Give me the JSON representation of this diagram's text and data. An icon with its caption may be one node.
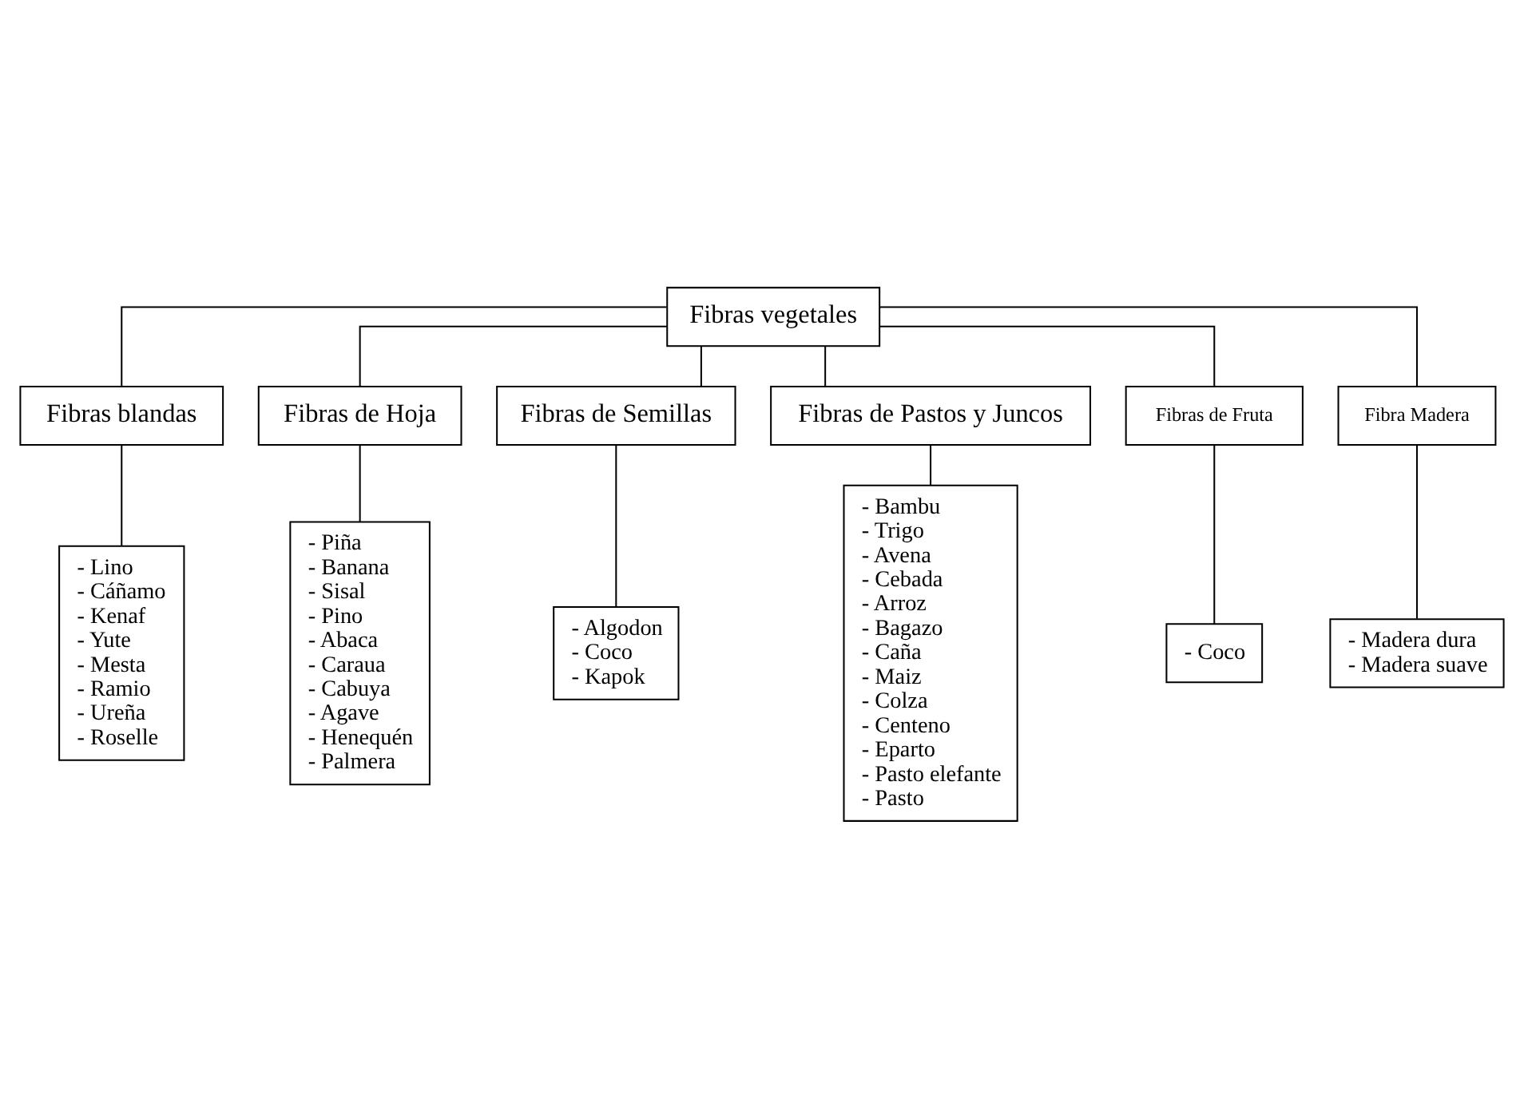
{
  "diagram": {
    "nodes": [
      {
        "text": [
          "Fibras vegetales"
        ]
      },
      {
        "text": [
          "Fibras blandas"
        ]
      },
      {
        "text": [
          "Fibras de Hoja"
        ]
      },
      {
        "text": [
          "Fibras de Semillas"
        ]
      },
      {
        "text": [
          "Fibras de Pastos y Juncos"
        ]
      },
      {
        "text": [
          "- Lino",
          "- Cáñamo",
          "- Kenaf",
          "- Yute",
          "- Mesta",
          "- Ramio",
          "- Ureña",
          "- Roselle"
        ]
      },
      {
        "text": [
          "- Piña",
          "- Banana",
          "- Sisal",
          "- Pino",
          "- Abaca",
          "- Caraua",
          "- Cabuya",
          "- Agave",
          "- Henequén",
          "- Palmera"
        ]
      },
      {
        "text": [
          "- Algodon",
          "- Coco",
          "- Kapok"
        ]
      },
      {
        "text": [
          "Fibras de Fruta"
        ]
      },
      {
        "text": [
          "- Coco"
        ]
      },
      {
        "text": [
          "Fibra Madera"
        ]
      },
      {
        "text": [
          "- Madera dura",
          "- Madera suave"
        ]
      },
      {
        "text": [
          "- Bambu",
          "- Trigo",
          "- Avena",
          "- Cebada",
          "- Arroz",
          "- Bagazo",
          "- Caña",
          "- Maiz",
          "- Colza",
          "- Centeno",
          "- Eparto",
          "- Pasto elefante",
          "- Pasto"
        ]
      }
    ],
    "edges": [
      {
        "from": 0,
        "to": 1,
        "arrow": "none"
      },
      {
        "from": 0,
        "to": 2,
        "arrow": "none"
      },
      {
        "from": 0,
        "to": 3,
        "arrow": "none"
      },
      {
        "from": 0,
        "to": 8,
        "arrow": "none"
      },
      {
        "from": 0,
        "to": 10,
        "arrow": "none"
      },
      {
        "from": 0,
        "to": 4,
        "arrow": "none"
      },
      {
        "from": 1,
        "to": 5,
        "arrow": "none"
      },
      {
        "from": 2,
        "to": 6,
        "arrow": "none"
      },
      {
        "from": 3,
        "to": 7,
        "arrow": "none"
      },
      {
        "from": 8,
        "to": 9,
        "arrow": "none"
      },
      {
        "from": 10,
        "to": 11,
        "arrow": "none"
      },
      {
        "from": 4,
        "to": 12,
        "arrow": "none"
      }
    ]
  }
}
